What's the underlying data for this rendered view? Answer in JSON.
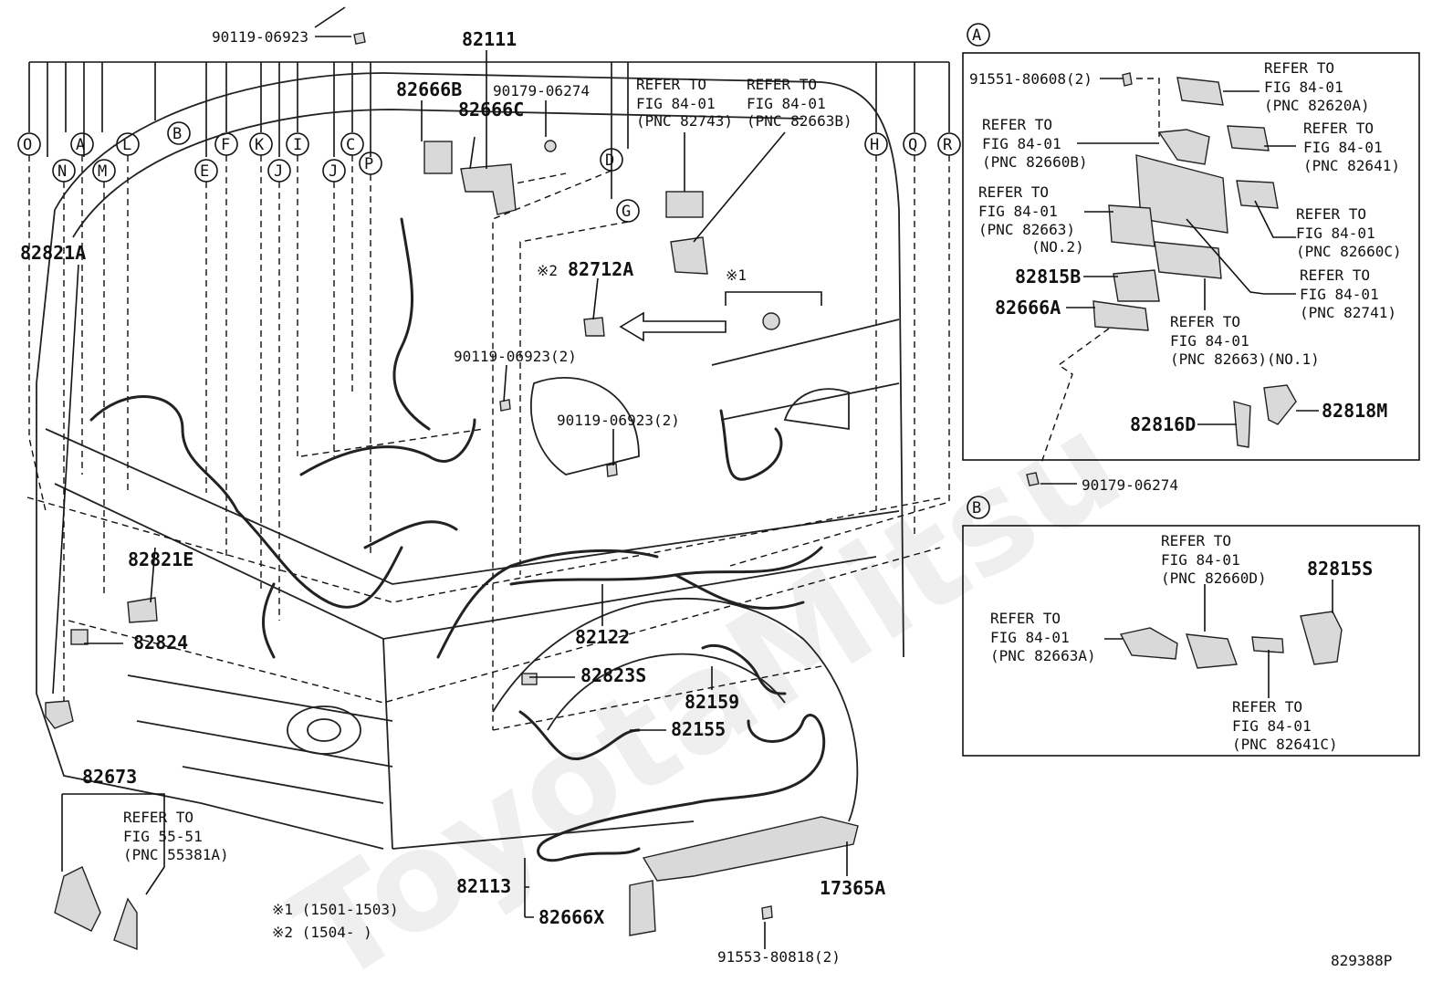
{
  "callout_letters": [
    "O",
    "N",
    "A",
    "M",
    "L",
    "B",
    "E",
    "F",
    "K",
    "J",
    "I",
    "J",
    "C",
    "P",
    "D",
    "G",
    "H",
    "Q",
    "R"
  ],
  "main_labels": {
    "bolt_top": "90119-06923",
    "l82111": "82111",
    "l82666B": "82666B",
    "l90179a": "90179-06274",
    "l82666C": "82666C",
    "refer_82743": [
      "REFER TO",
      "FIG 84-01",
      "(PNC 82743)"
    ],
    "refer_82663B": [
      "REFER TO",
      "FIG 84-01",
      "(PNC 82663B)"
    ],
    "l82821A": "82821A",
    "mark2": "※2",
    "l82712A": "82712A",
    "mark1": "※1",
    "bolt_mid": "90119-06923(2)",
    "bolt_mid2": "90119-06923(2)",
    "l82821E": "82821E",
    "l82824": "82824",
    "l82122": "82122",
    "l82823S": "82823S",
    "l82159": "82159",
    "l82155": "82155",
    "l82673": "82673",
    "refer_55381A": [
      "REFER TO",
      "FIG 55-51",
      "(PNC 55381A)"
    ],
    "l82113": "82113",
    "l82666X": "82666X",
    "l17365A": "17365A",
    "bolt_bottom": "91553-80818(2)",
    "note1": "※1 (1501-1503)",
    "note2": "※2 (1504-     )",
    "fig_code": "829388P"
  },
  "inset_a": {
    "letter": "A",
    "bolt": "91551-80608(2)",
    "refer_82620A": [
      "REFER TO",
      "FIG 84-01",
      "(PNC 82620A)"
    ],
    "refer_82660B": [
      "REFER TO",
      "FIG 84-01",
      "(PNC 82660B)"
    ],
    "refer_82641": [
      "REFER TO",
      "FIG 84-01",
      "(PNC 82641)"
    ],
    "refer_82663_no2": [
      "REFER TO",
      "FIG 84-01",
      "(PNC 82663)",
      "(NO.2)"
    ],
    "refer_82660C": [
      "REFER TO",
      "FIG 84-01",
      "(PNC 82660C)"
    ],
    "refer_82741": [
      "REFER TO",
      "FIG 84-01",
      "(PNC 82741)"
    ],
    "l82815B": "82815B",
    "l82666A": "82666A",
    "refer_82663_no1": [
      "REFER TO",
      "FIG 84-01",
      "(PNC 82663)(NO.1)"
    ],
    "l82816D": "82816D",
    "l82818M": "82818M",
    "nut": "90179-06274"
  },
  "inset_b": {
    "letter": "B",
    "refer_82660D": [
      "REFER TO",
      "FIG 84-01",
      "(PNC 82660D)"
    ],
    "l82815S": "82815S",
    "refer_82663A": [
      "REFER TO",
      "FIG 84-01",
      "(PNC 82663A)"
    ],
    "refer_82641C": [
      "REFER TO",
      "FIG 84-01",
      "(PNC 82641C)"
    ]
  },
  "watermark": "ToyotaMitsu"
}
